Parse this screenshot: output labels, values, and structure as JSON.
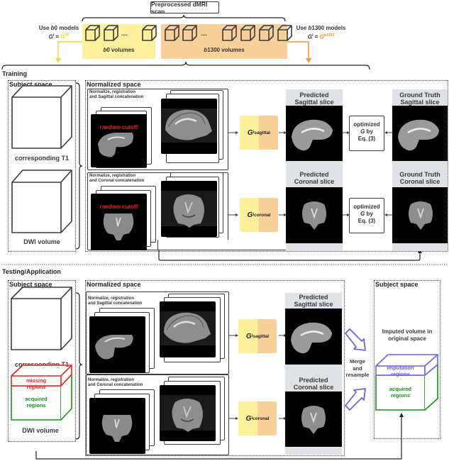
{
  "header": {
    "title": "Preprocessed dMRI scan",
    "b0_group_label": "b0 volumes",
    "b1300_group_label": "b1300 volumes",
    "ellipsis": "....",
    "left_note_line1": "Use b0 models",
    "left_note_line2_prefix": "G",
    "left_note_line2_eq": " = ",
    "left_note_line2_model": "G",
    "left_note_line2_model_sup": "b0",
    "right_note_line1": "Use b1300 models",
    "right_note_line2_prefix": "G",
    "right_note_line2_eq": " = ",
    "right_note_line2_model": "G",
    "right_note_line2_model_sup": "b1300",
    "sup_i": "i"
  },
  "colors": {
    "b0": "#fdf09a",
    "b1300": "#f9d09a",
    "b0_arrow": "#f5d630",
    "b1300_arrow": "#f5922f",
    "missing": "#e8231e",
    "acquired": "#19901a",
    "imputation": "#6b5ff0"
  },
  "training": {
    "section_label": "Training",
    "subject_space": {
      "title": "Subject space",
      "t1_label": "corresponding T1",
      "dwi_label": "DWI volume"
    },
    "normalized_space": {
      "title": "Normalized space",
      "sagittal_caption_line1": "Normalize, registration",
      "sagittal_caption_line2": "and Sagittal concatenation",
      "coronal_caption_line1": "Normalize, registration",
      "coronal_caption_line2": "and Coronal concatenation",
      "cutoff_label": "random cutoff"
    },
    "generator_sagittal": {
      "main": "G",
      "sup": "i",
      "sub": "sagittal"
    },
    "generator_coronal": {
      "main": "G",
      "sup": "i",
      "sub": "coronal"
    },
    "predicted_sagittal": {
      "line1": "Predicted",
      "line2": "Sagittal slice"
    },
    "predicted_coronal": {
      "line1": "Predicted",
      "line2": "Coronal slice"
    },
    "gt_sagittal": {
      "line1": "Ground Truth",
      "line2": "Sagittal slice"
    },
    "gt_coronal": {
      "line1": "Ground Truth",
      "line2": "Coronal slice"
    },
    "optimize": {
      "line1": "optimized",
      "line2_g": "G",
      "line2_rest": " by",
      "line3": "Eq. (3)"
    }
  },
  "testing": {
    "section_label": "Testing/Application",
    "subject_space": {
      "title": "Subject space",
      "t1_label": "corresponding T1",
      "missing_line1": "missing",
      "missing_line2": "regions",
      "acquired_line1": "acquired",
      "acquired_line2": "regions",
      "dwi_label": "DWI volume"
    },
    "normalized_space": {
      "title": "Normalized space",
      "sagittal_caption_line1": "Normalize, registration",
      "sagittal_caption_line2": "and Sagittal concatenation",
      "coronal_caption_line1": "Normalize, registration",
      "coronal_caption_line2": "and Coronal concatenation"
    },
    "generator_sagittal": {
      "main": "G",
      "sup": "i",
      "sub": "sagittal"
    },
    "generator_coronal": {
      "main": "G",
      "sup": "i",
      "sub": "coronal"
    },
    "predicted_sagittal": {
      "line1": "Predicted",
      "line2": "Sagittal slice"
    },
    "predicted_coronal": {
      "line1": "Predicted",
      "line2": "Coronal slice"
    },
    "merge": {
      "line1": "Merge",
      "line2": "and",
      "line3": "resample"
    },
    "output_space": {
      "title": "Subject space",
      "imputed_line1": "Imputed volume in",
      "imputed_line2": "original space",
      "imputation_line1": "imputation",
      "imputation_line2": "regions",
      "acquired_line1": "acquired",
      "acquired_line2": "regions"
    }
  }
}
